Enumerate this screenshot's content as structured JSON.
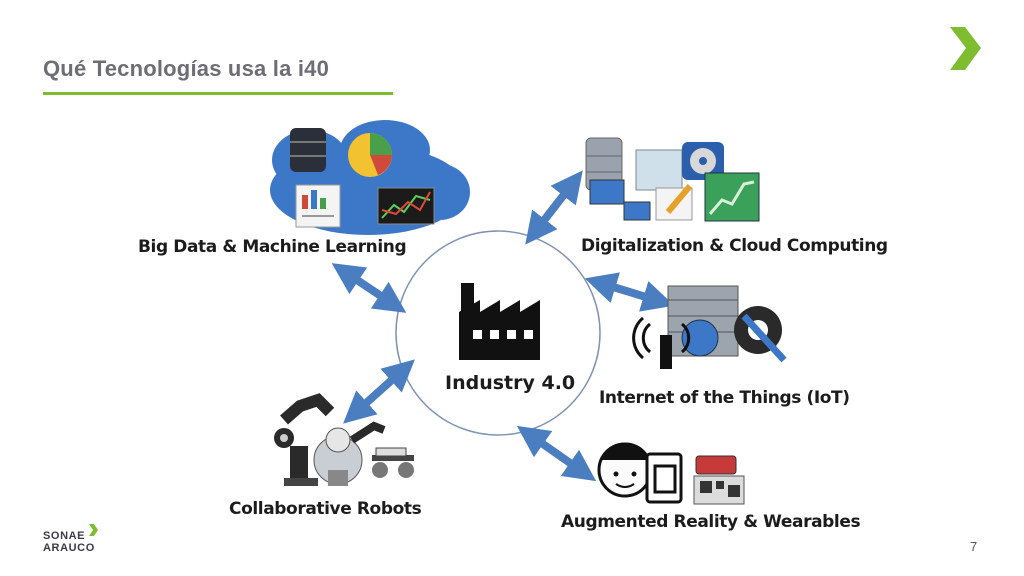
{
  "slide": {
    "title": "Qué Tecnologías usa la i40",
    "page_number": "7",
    "logo": {
      "line1": "SONAE",
      "line2": "ARAUCO"
    },
    "colors": {
      "accent": "#7dbd2f",
      "title": "#6d6d75",
      "arrow": "#4a7ec1",
      "cloud": "#3d78c8"
    }
  },
  "diagram": {
    "center_label": "Industry 4.0",
    "nodes": {
      "big_data": "Big Data & Machine Learning",
      "digitalization": "Digitalization & Cloud Computing",
      "iot": "Internet of the Things (IoT)",
      "robots": "Collaborative Robots",
      "ar": "Augmented Reality & Wearables"
    }
  }
}
